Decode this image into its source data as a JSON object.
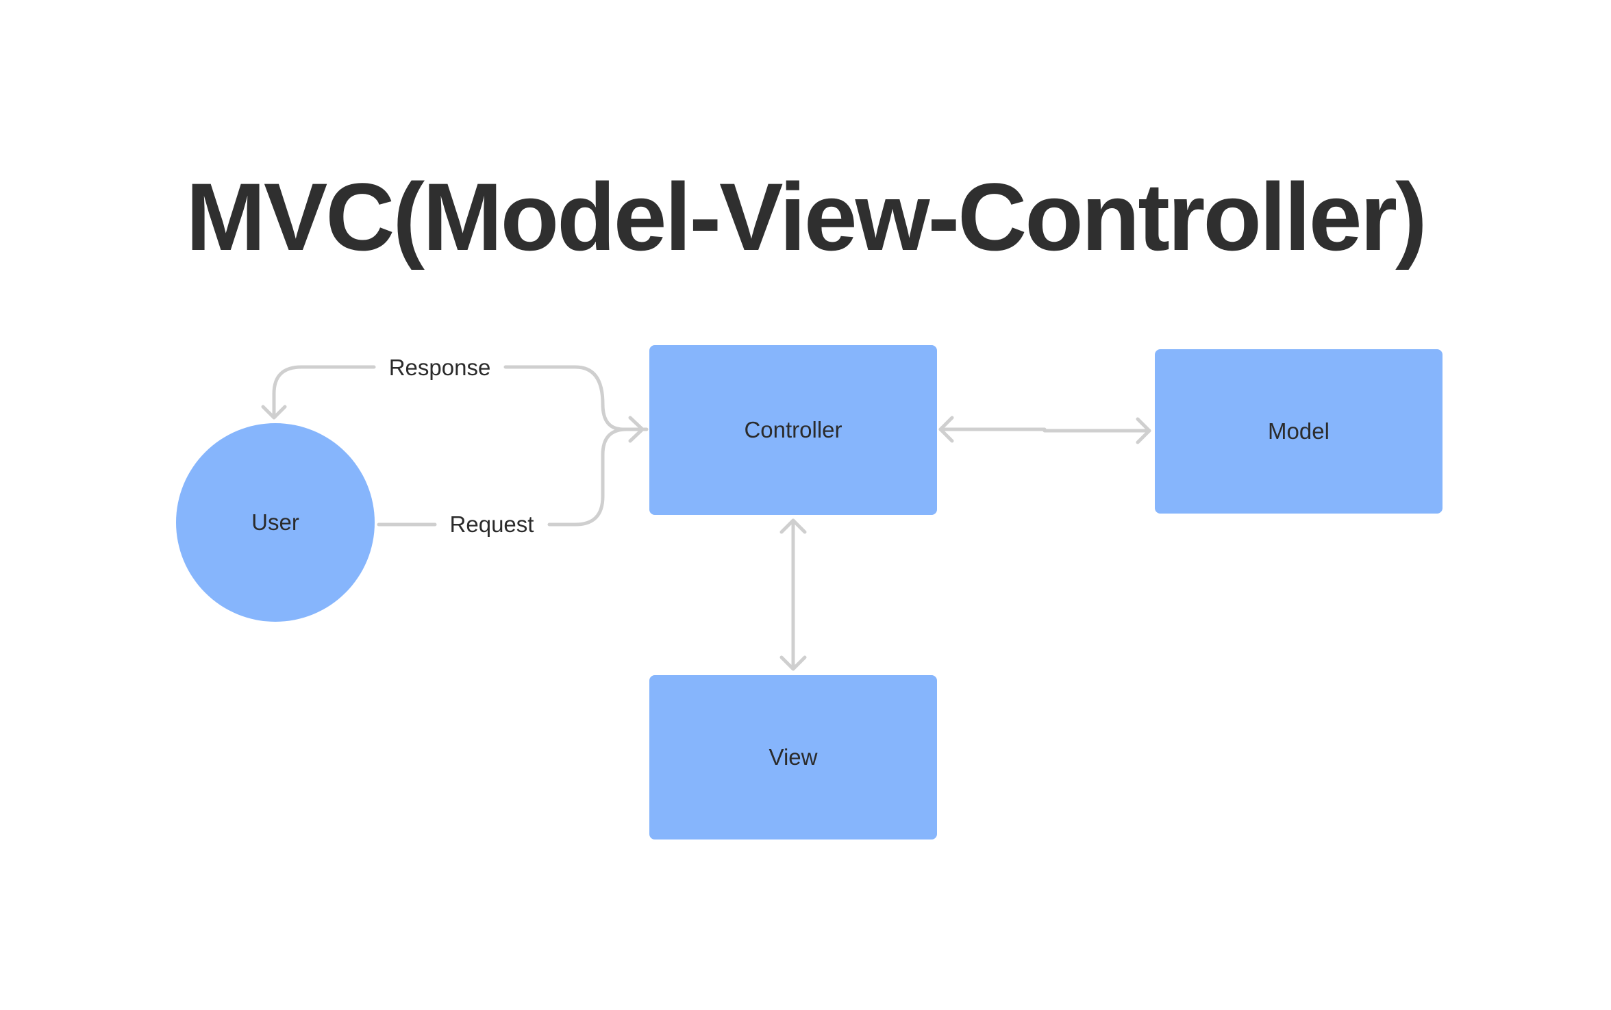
{
  "title": "MVC(Model-View-Controller)",
  "colors": {
    "node_fill": "#86b5fc",
    "connector": "#cfcfcf",
    "text": "#2f2f2f"
  },
  "nodes": {
    "user": "User",
    "controller": "Controller",
    "model": "Model",
    "view": "View"
  },
  "edges": {
    "response": "Response",
    "request": "Request"
  }
}
